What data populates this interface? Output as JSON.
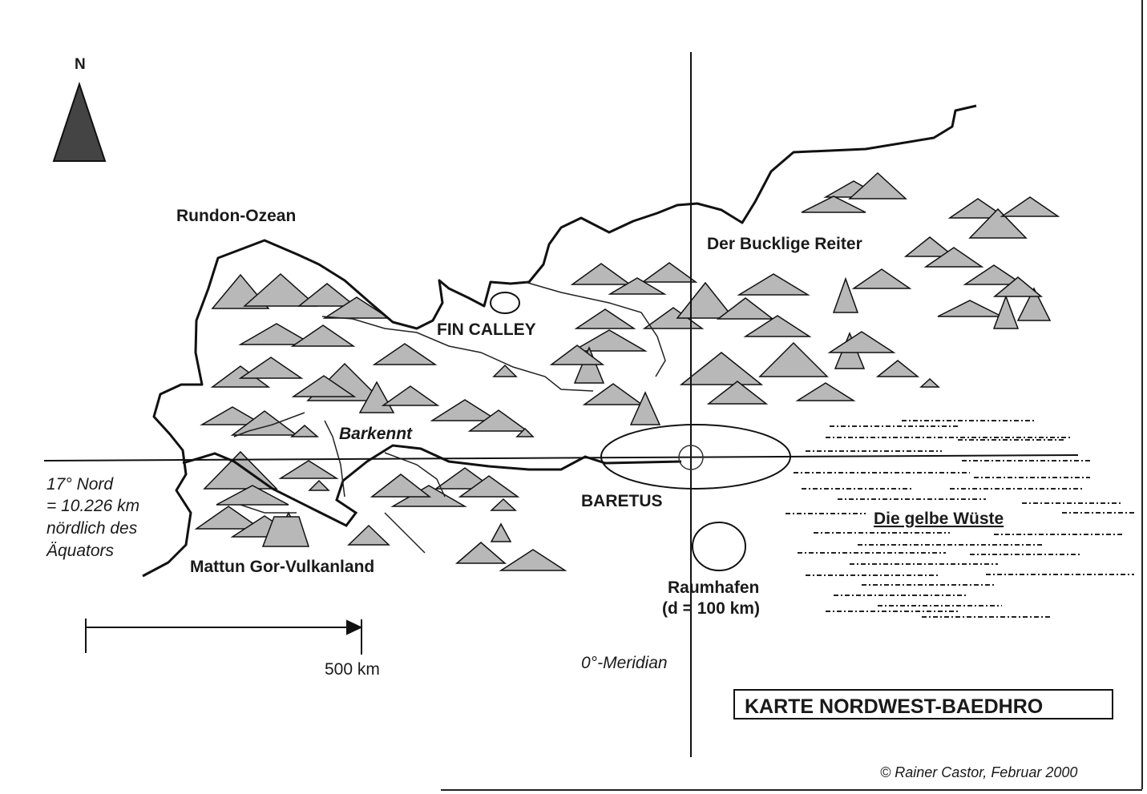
{
  "map": {
    "title": "KARTE NORDWEST-BAEDHRO",
    "copyright": "© Rainer Castor, Februar 2000",
    "north_label": "N",
    "scale_label": "500 km",
    "meridian_label": "0°-Meridian",
    "latitude_note": [
      "17° Nord",
      "= 10.226 km",
      "nördlich des",
      "Äquators"
    ],
    "places": {
      "ocean": "Rundon-Ozean",
      "fin_calley": "FIN CALLEY",
      "barkennt": "Barkennt",
      "baretus": "BARETUS",
      "mattun": "Mattun Gor-Vulkanland",
      "reiter": "Der Bucklige Reiter",
      "desert": "Die gelbe Wüste",
      "spaceport": "Raumhafen",
      "spaceport_size": "(d = 100 km)"
    },
    "colors": {
      "ink": "#1a1a1a",
      "mountain_fill": "#b8b8b8",
      "paper": "#ffffff"
    }
  }
}
